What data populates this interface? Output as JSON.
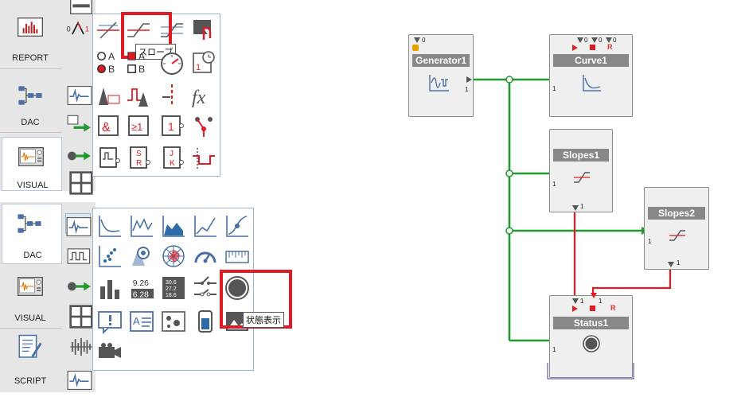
{
  "top_sidebar": {
    "categories": [
      {
        "label": "REPORT",
        "icon": "report-bar-chart-icon"
      },
      {
        "label": "DAC",
        "icon": "dac-block-diagram-icon"
      },
      {
        "label": "VISUAL",
        "icon": "visual-oscilloscope-icon"
      }
    ]
  },
  "bottom_sidebar": {
    "categories": [
      {
        "label": "DAC",
        "icon": "dac-block-diagram-icon"
      },
      {
        "label": "VISUAL",
        "icon": "visual-oscilloscope-icon"
      },
      {
        "label": "SCRIPT",
        "icon": "script-pen-icon"
      }
    ]
  },
  "top_palette": {
    "tooltip": "スローブ",
    "labels": {
      "ob_a": "A",
      "ob_b": "B",
      "sq_a": "A",
      "sq_b": "B",
      "one": "1",
      "fx": "fx",
      "amp": "&",
      "ge1": "≥1",
      "buf1": "1",
      "sr": "S R",
      "jk": "J K",
      "zero_one_0": "0",
      "zero_one_1": "1"
    }
  },
  "bottom_palette": {
    "tooltip": "状態表示",
    "numeric_values": {
      "top": "9.26",
      "bottom": "6.28"
    },
    "multi_values": [
      "30.6",
      "27.2",
      "18.6"
    ]
  },
  "diagram": {
    "colors": {
      "signal": "#1e9a2e",
      "control": "#e01b24",
      "title_bar": "#888888"
    },
    "blocks": [
      {
        "id": "generator1",
        "title": "Generator1",
        "icon": "generator-wave-icon",
        "out_port": "1",
        "ctl_labels": [
          "0"
        ]
      },
      {
        "id": "curve1",
        "title": "Curve1",
        "icon": "curve-plot-icon",
        "in_port": "1",
        "ctl_labels": [
          "0",
          "0",
          "R"
        ],
        "ctl_nums": [
          "0",
          "0"
        ]
      },
      {
        "id": "slopes1",
        "title": "Slopes1",
        "icon": "slope-icon",
        "in_port": "1",
        "out_port": "1"
      },
      {
        "id": "slopes2",
        "title": "Slopes2",
        "icon": "slope-icon",
        "in_port": "1",
        "out_port": "1"
      },
      {
        "id": "status1",
        "title": "Status1",
        "icon": "status-lamp-icon",
        "in_port": "1",
        "ctl_labels": [
          "1",
          "1",
          "R"
        ]
      }
    ]
  }
}
